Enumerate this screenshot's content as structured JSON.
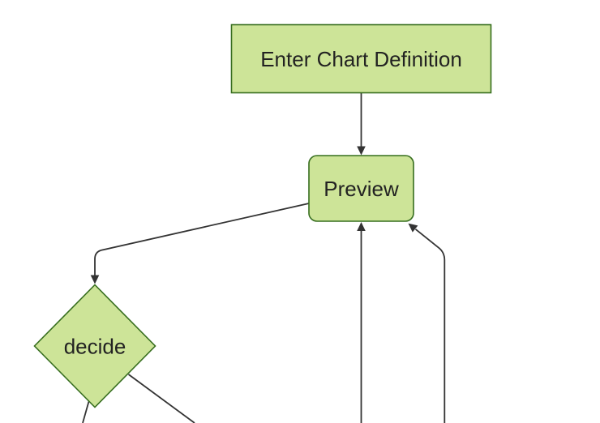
{
  "diagram": {
    "type": "flowchart",
    "orientation": "top-down",
    "nodes": {
      "enter_chart_definition": {
        "label": "Enter Chart Definition",
        "shape": "rectangle"
      },
      "preview": {
        "label": "Preview",
        "shape": "rounded-rectangle"
      },
      "decide": {
        "label": "decide",
        "shape": "diamond"
      }
    },
    "edges": [
      {
        "from": "enter_chart_definition",
        "to": "preview",
        "style": "arrow"
      },
      {
        "from": "preview",
        "to": "decide",
        "style": "arrow"
      },
      {
        "from": "offscreen_bottom_center",
        "to": "preview",
        "style": "arrow"
      },
      {
        "from": "offscreen_bottom_right",
        "to": "preview",
        "style": "arrow"
      },
      {
        "from": "decide",
        "to": "offscreen_bottom_left",
        "style": "line-cut-off-by-viewport"
      },
      {
        "from": "decide",
        "to": "offscreen_bottom_right",
        "style": "line-cut-off-by-viewport"
      }
    ]
  },
  "colors": {
    "background": "#ffffff",
    "node-fill": "#cde498",
    "node-border": "#376e1f",
    "edge-line": "#333333",
    "label-text": "#222222"
  }
}
